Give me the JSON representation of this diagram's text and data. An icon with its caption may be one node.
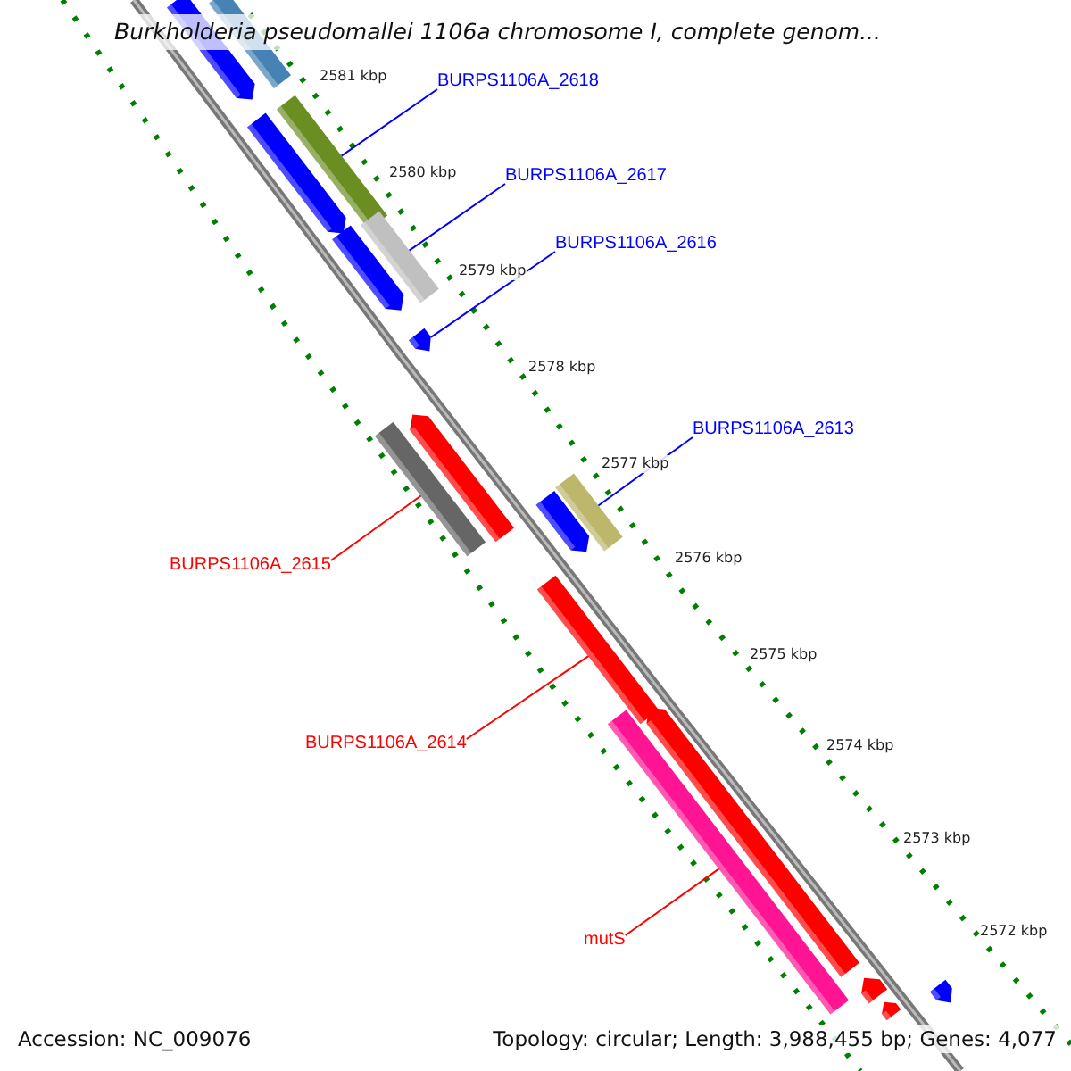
{
  "diagram": {
    "title": "Burkholderia pseudomallei 1106a chromosome I, complete genom...",
    "nodes": [
      {
        "text": [
          "BURPS1106A_2618"
        ]
      },
      {
        "text": [],
        "shape": "bar"
      },
      {
        "text": [
          "BURPS1106A_2617"
        ]
      },
      {
        "text": [],
        "shape": "bar"
      },
      {
        "text": [
          "BURPS1106A_2616"
        ]
      },
      {
        "text": [],
        "shape": "pentagon"
      },
      {
        "text": [
          "BURPS1106A_2613"
        ]
      },
      {
        "text": [],
        "shape": "bar"
      },
      {
        "text": [
          "BURPS1106A_2615"
        ]
      },
      {
        "text": [],
        "shape": "bar"
      },
      {
        "text": [
          "BURPS1106A_2614"
        ]
      },
      {
        "text": [],
        "shape": "bar"
      },
      {
        "text": [
          "mutS"
        ]
      },
      {
        "text": [],
        "shape": "bar"
      },
      {
        "text": [],
        "shape": "pentagon"
      },
      {
        "text": [],
        "shape": "bar"
      },
      {
        "text": [],
        "shape": "pentagon"
      },
      {
        "text": [],
        "shape": "pentagon"
      },
      {
        "text": [],
        "shape": "pentagon"
      },
      {
        "text": [],
        "shape": "pentagon"
      },
      {
        "text": [],
        "shape": "pentagon"
      },
      {
        "text": [],
        "shape": "pentagon"
      },
      {
        "text": [],
        "shape": "pentagon"
      },
      {
        "text": [],
        "shape": "pentagon"
      }
    ],
    "edges": [
      {
        "from": 0,
        "to": 1,
        "arrow": "none"
      },
      {
        "from": 2,
        "to": 3,
        "arrow": "none"
      },
      {
        "from": 4,
        "to": 5,
        "arrow": "none"
      },
      {
        "from": 6,
        "to": 7,
        "arrow": "none"
      },
      {
        "from": 8,
        "to": 9,
        "arrow": "none",
        "color": "#ff0000"
      },
      {
        "from": 10,
        "to": 11,
        "arrow": "none",
        "color": "#ff0000"
      },
      {
        "from": 12,
        "to": 13,
        "arrow": "none",
        "color": "#ff0000"
      }
    ],
    "labels": [
      "2581 kbp",
      "2580 kbp",
      "2579 kbp",
      "2578 kbp",
      "2577 kbp",
      "2576 kbp",
      "2575 kbp",
      "2574 kbp",
      "2573 kbp",
      "2572 kbp",
      "Accession: NC_009076",
      "Topology: circular; Length: 3,988,455 bp; Genes: 4,077"
    ]
  }
}
